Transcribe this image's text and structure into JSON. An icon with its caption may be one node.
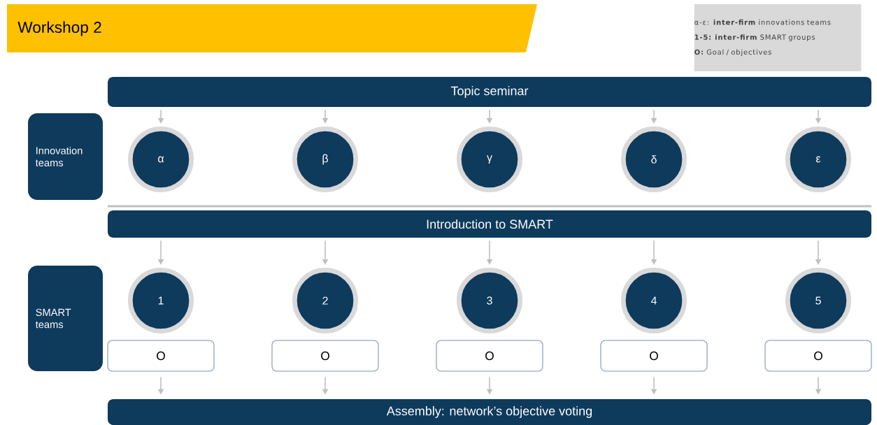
{
  "diagram": {
    "title": "Workshop 2",
    "nodes": [
      {
        "text": [
          "α-ε: **inter-firm** innovations teams",
          "**1-5: inter-firm** SMART groups",
          "**O:** Goal / objectives"
        ]
      },
      {
        "text": [
          "Topic seminar"
        ]
      },
      {
        "text": [
          "Innovation teams"
        ]
      },
      {
        "text": [
          "α"
        ]
      },
      {
        "text": [
          "β"
        ]
      },
      {
        "text": [
          "γ"
        ]
      },
      {
        "text": [
          "δ"
        ]
      },
      {
        "text": [
          "ε"
        ]
      },
      {
        "text": [
          "Introduction to SMART"
        ]
      },
      {
        "text": [
          "SMART teams"
        ]
      },
      {
        "text": [
          "1"
        ]
      },
      {
        "text": [
          "2"
        ]
      },
      {
        "text": [
          "3"
        ]
      },
      {
        "text": [
          "4"
        ]
      },
      {
        "text": [
          "5"
        ]
      },
      {
        "text": [
          "O"
        ]
      },
      {
        "text": [
          "O"
        ]
      },
      {
        "text": [
          "O"
        ]
      },
      {
        "text": [
          "O"
        ]
      },
      {
        "text": [
          "O"
        ]
      },
      {
        "text": [
          "Assembly: network’s objective voting"
        ]
      }
    ],
    "edges": [
      {
        "from": 1,
        "to": 3,
        "arrow": "to"
      },
      {
        "from": 1,
        "to": 4,
        "arrow": "to"
      },
      {
        "from": 1,
        "to": 5,
        "arrow": "to"
      },
      {
        "from": 1,
        "to": 6,
        "arrow": "to"
      },
      {
        "from": 1,
        "to": 7,
        "arrow": "to"
      },
      {
        "from": 8,
        "to": 10,
        "arrow": "to"
      },
      {
        "from": 8,
        "to": 11,
        "arrow": "to"
      },
      {
        "from": 8,
        "to": 12,
        "arrow": "to"
      },
      {
        "from": 8,
        "to": 13,
        "arrow": "to"
      },
      {
        "from": 8,
        "to": 14,
        "arrow": "to"
      },
      {
        "from": 15,
        "to": 20,
        "arrow": "to"
      },
      {
        "from": 16,
        "to": 20,
        "arrow": "to"
      },
      {
        "from": 17,
        "to": 20,
        "arrow": "to"
      },
      {
        "from": 18,
        "to": 20,
        "arrow": "to"
      },
      {
        "from": 19,
        "to": 20,
        "arrow": "to"
      }
    ]
  }
}
